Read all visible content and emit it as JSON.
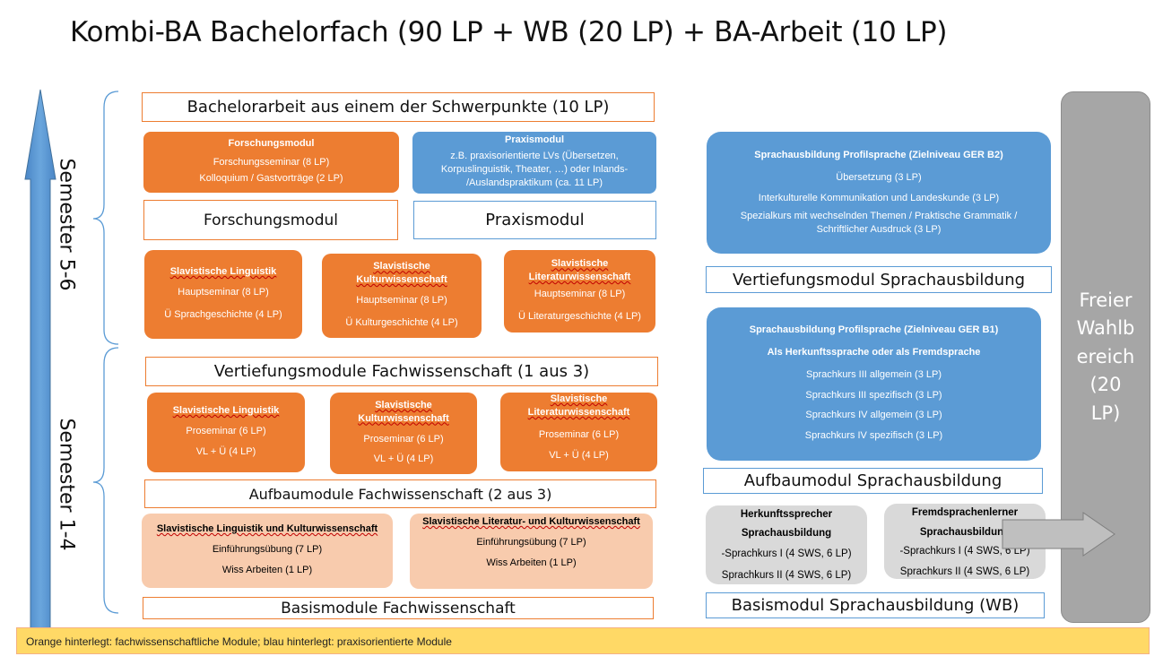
{
  "title": "Kombi-BA Bachelorfach (90 LP + WB (20 LP) + BA-Arbeit (10 LP)",
  "semester_upper": "Semester 5-6",
  "semester_lower": "Semester 1-4",
  "fach": {
    "bachelorarbeit": "Bachelorarbeit aus einem der Schwerpunkte (10 LP)",
    "forschungsmodul_card": {
      "heading": "Forschungsmodul",
      "lines": [
        "Forschungsseminar (8 LP)",
        "Kolloquium / Gastvorträge (2 LP)"
      ]
    },
    "praxismodul_card": {
      "heading": "Praxismodul",
      "lines": [
        "z.B. praxisorientierte LVs (Übersetzen,",
        "Korpuslinguistik, Theater, …) oder Inlands-",
        "/Auslandspraktikum (ca. 11 LP)"
      ]
    },
    "forschungsmodul_label": "Forschungsmodul",
    "praxismodul_label": "Praxismodul",
    "vertiefung_cards": [
      {
        "heading": "Slavistische Linguistik",
        "lines": [
          "Hauptseminar (8 LP)",
          "Ü Sprachgeschichte (4 LP)"
        ]
      },
      {
        "heading": "Slavistische Kulturwissenschaft",
        "lines": [
          "Hauptseminar (8 LP)",
          "Ü Kulturgeschichte (4 LP)"
        ]
      },
      {
        "heading": "Slavistische Literaturwissenschaft",
        "lines": [
          "Hauptseminar (8 LP)",
          "Ü Literaturgeschichte (4 LP)"
        ]
      }
    ],
    "vertiefung_label": "Vertiefungsmodule Fachwissenschaft (1 aus 3)",
    "aufbau_cards": [
      {
        "heading": "Slavistische Linguistik",
        "lines": [
          "Proseminar (6 LP)",
          "VL + Ü (4 LP)"
        ]
      },
      {
        "heading": "Slavistische Kulturwissenschaft",
        "lines": [
          "Proseminar (6 LP)",
          "VL + Ü (4 LP)"
        ]
      },
      {
        "heading": "Slavistische Literaturwissenschaft",
        "lines": [
          "Proseminar (6 LP)",
          "VL + Ü (4 LP)"
        ]
      }
    ],
    "aufbau_label": "Aufbaumodule Fachwissenschaft (2 aus 3)",
    "basis_cards": [
      {
        "heading": "Slavistische Linguistik und Kulturwissenschaft",
        "lines": [
          "Einführungsübung (7 LP)",
          "Wiss Arbeiten (1 LP)"
        ]
      },
      {
        "heading": "Slavistische Literatur- und Kulturwissenschaft",
        "lines": [
          "Einführungsübung (7 LP)",
          "Wiss Arbeiten (1 LP)"
        ]
      }
    ],
    "basis_label": "Basismodule Fachwissenschaft"
  },
  "sprache": {
    "b2_card": {
      "heading": "Sprachausbildung Profilsprache (Zielniveau GER B2)",
      "lines": [
        "Übersetzung (3 LP)",
        "Interkulturelle Kommunikation und Landeskunde (3 LP)",
        "Spezialkurs mit wechselnden Themen / Praktische Grammatik /",
        "Schriftlicher Ausdruck (3 LP)"
      ]
    },
    "vertiefung_label": "Vertiefungsmodul Sprachausbildung",
    "b1_card": {
      "heading": "Sprachausbildung Profilsprache (Zielniveau GER B1)",
      "subheading": "Als Herkunftssprache oder als Fremdsprache",
      "lines": [
        "Sprachkurs III allgemein (3 LP)",
        "Sprachkurs III spezifisch (3 LP)",
        "Sprachkurs IV allgemein (3 LP)",
        "Sprachkurs IV spezifisch (3 LP)"
      ]
    },
    "aufbau_label": "Aufbaumodul Sprachausbildung",
    "herkunft_card": {
      "heading": "Herkunftssprecher Sprachausbildung",
      "lines": [
        "-Sprachkurs I (4 SWS, 6 LP)",
        "Sprachkurs II (4 SWS, 6 LP)"
      ]
    },
    "fremd_card": {
      "heading": "Fremdsprachenlerner Sprachausbildung",
      "lines": [
        "-Sprachkurs I (4 SWS, 6 LP)",
        "Sprachkurs II (4 SWS, 6 LP)"
      ]
    },
    "basis_label": "Basismodul Sprachausbildung (WB)"
  },
  "freier": [
    "Freier",
    "Wahlb",
    "ereich",
    "(20",
    "LP)"
  ],
  "legend": "Orange hinterlegt: fachwissenschaftliche Module; blau hinterlegt: praxisorientierte Module",
  "colors": {
    "orange": "#ed7d31",
    "light_orange": "#f8cbad",
    "blue": "#5b9bd5",
    "gray": "#a6a6a6",
    "legend": "#ffd966"
  }
}
